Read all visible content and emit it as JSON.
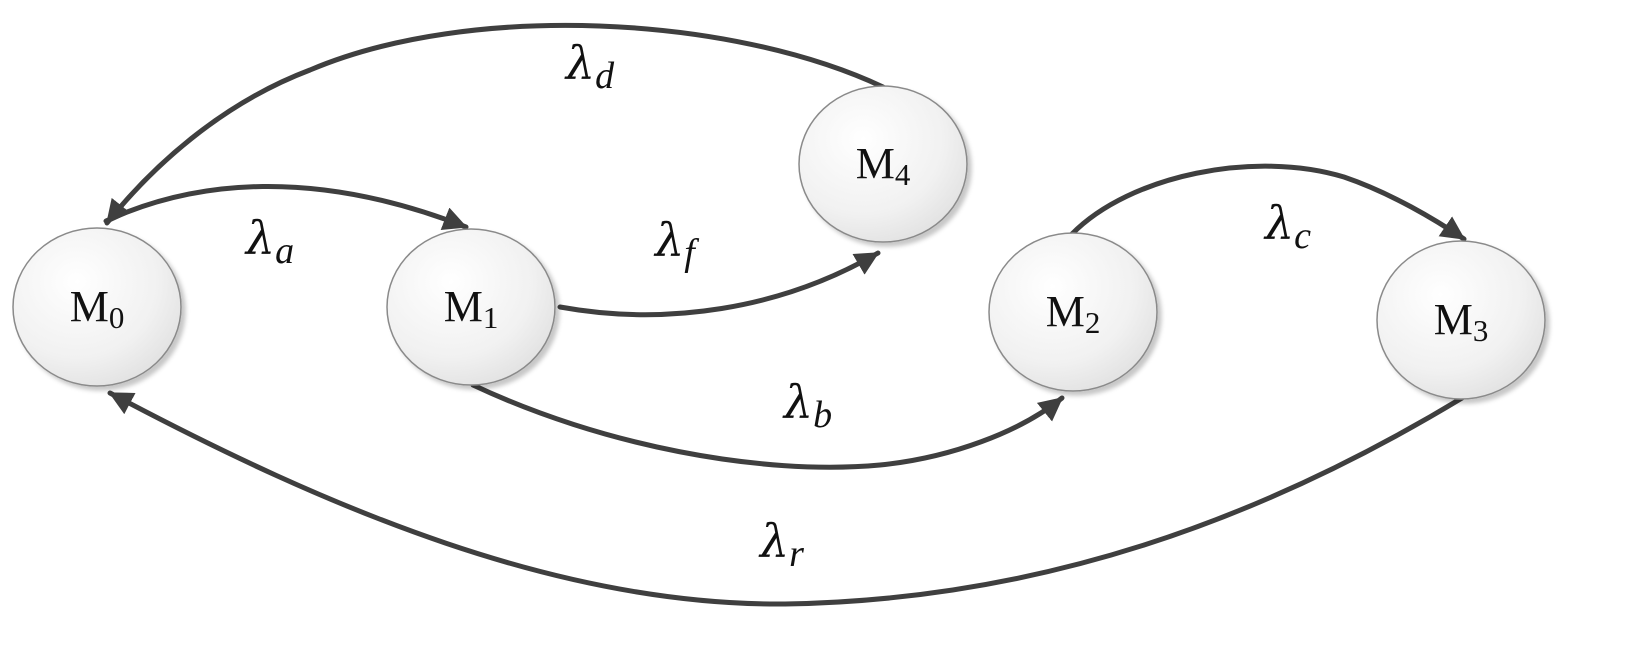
{
  "diagram": {
    "nodes": [
      {
        "id": "M0",
        "base": "M",
        "sub": "0"
      },
      {
        "id": "M1",
        "base": "M",
        "sub": "1"
      },
      {
        "id": "M4",
        "base": "M",
        "sub": "4"
      },
      {
        "id": "M2",
        "base": "M",
        "sub": "2"
      },
      {
        "id": "M3",
        "base": "M",
        "sub": "3"
      }
    ],
    "edges": [
      {
        "from": "M0",
        "to": "M1",
        "base": "λ",
        "sub": "a"
      },
      {
        "from": "M4",
        "to": "M0",
        "base": "λ",
        "sub": "d"
      },
      {
        "from": "M1",
        "to": "M4",
        "base": "λ",
        "sub": "f"
      },
      {
        "from": "M1",
        "to": "M2",
        "base": "λ",
        "sub": "b"
      },
      {
        "from": "M2",
        "to": "M3",
        "base": "λ",
        "sub": "c"
      },
      {
        "from": "M3",
        "to": "M0",
        "base": "λ",
        "sub": "r"
      }
    ]
  }
}
